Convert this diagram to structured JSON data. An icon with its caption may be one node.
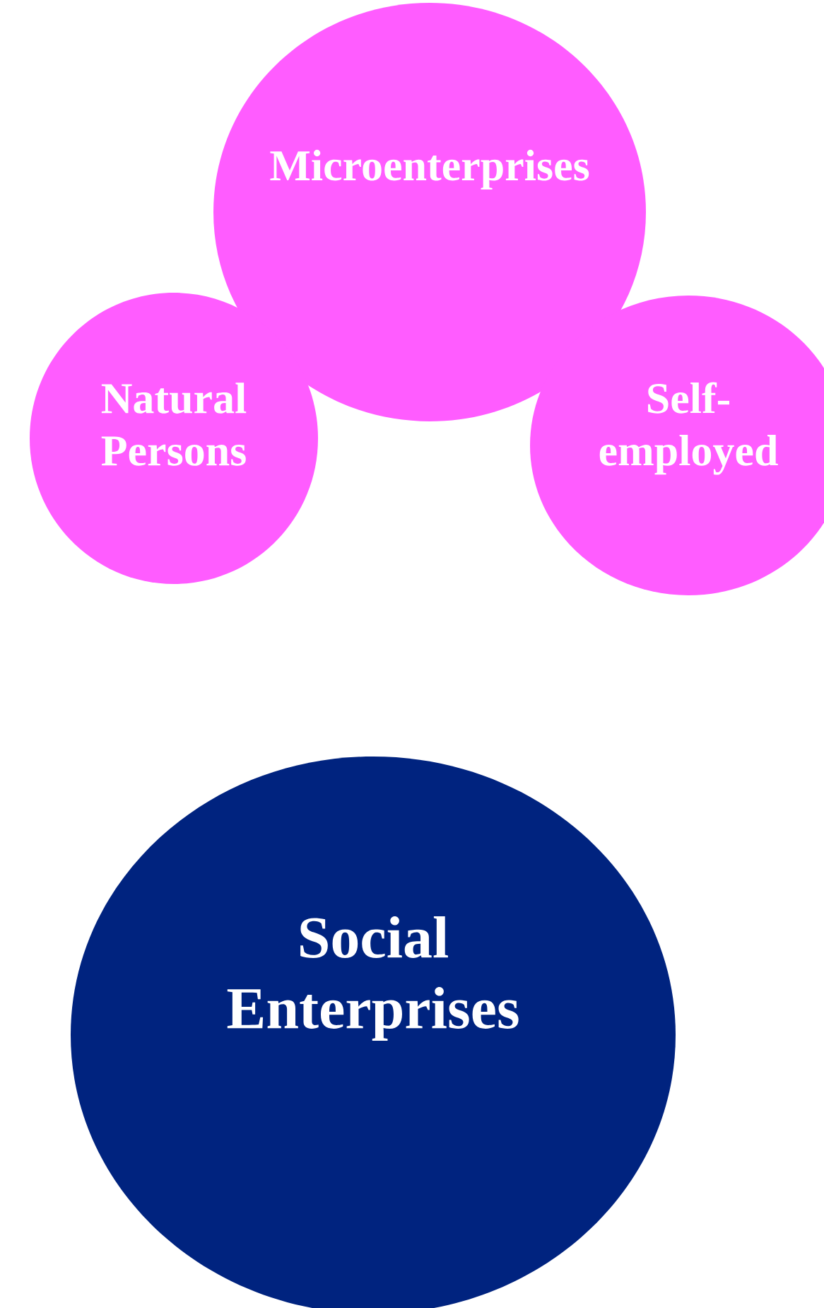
{
  "diagram": {
    "nodes": [
      {
        "text": [
          "Microenterprises"
        ]
      },
      {
        "text": [
          "Natural Persons"
        ]
      },
      {
        "text": [
          "Self-employed"
        ]
      },
      {
        "text": [
          "Social Enterprises"
        ]
      }
    ]
  }
}
